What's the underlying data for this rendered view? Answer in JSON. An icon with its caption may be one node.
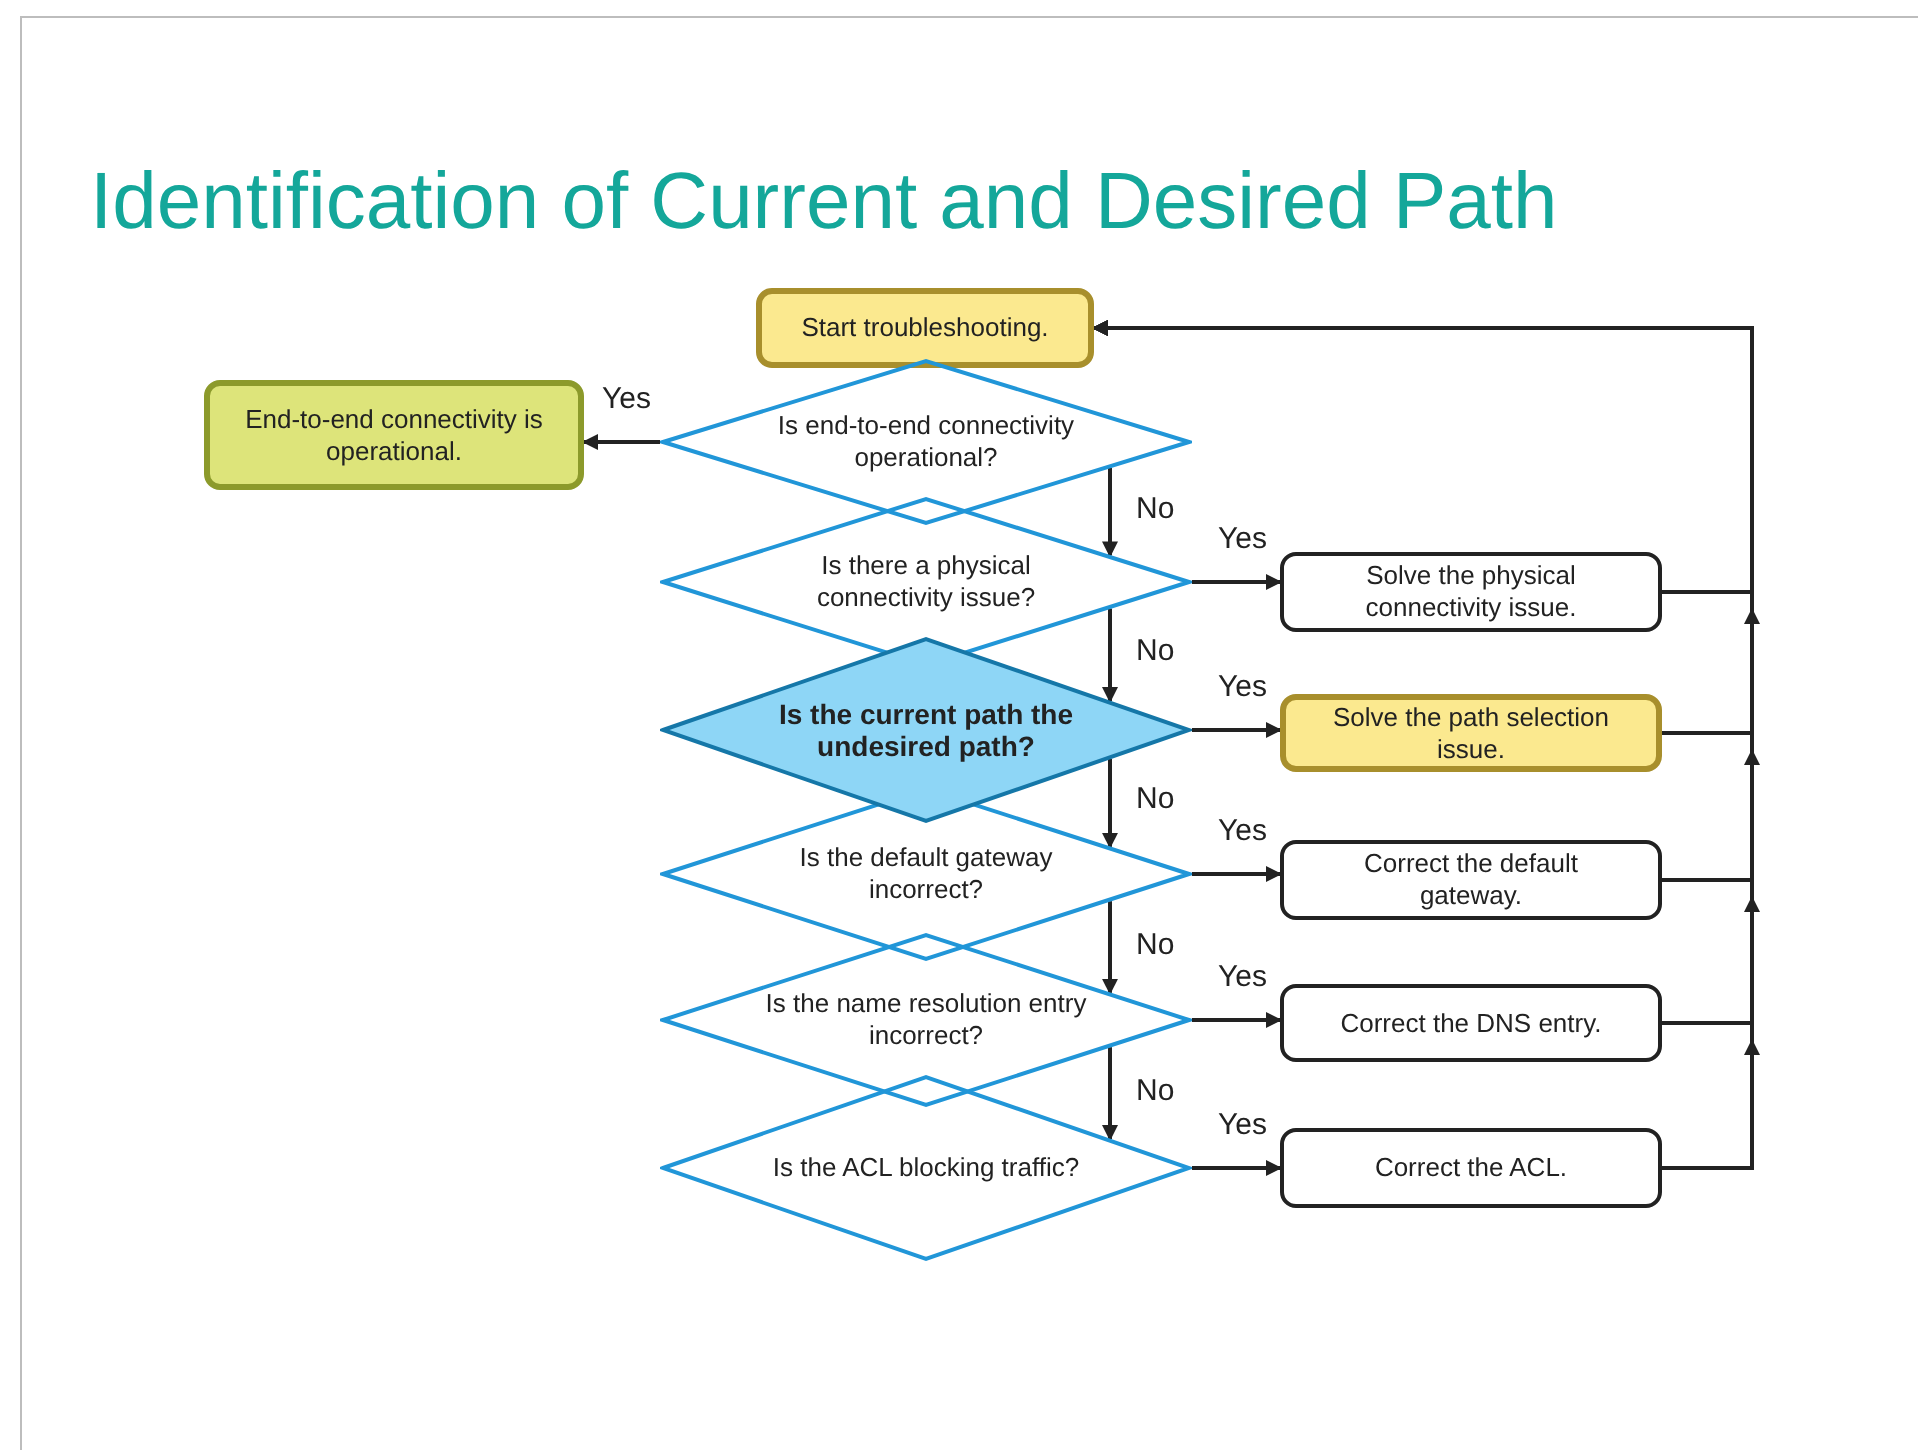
{
  "diagram": {
    "title": "Identification of Current and Desired Path",
    "nodes": [
      {
        "text": [
          "Start troubleshooting."
        ]
      },
      {
        "text": [
          "Is end-to-end connectivity operational?"
        ]
      },
      {
        "text": [
          "End-to-end connectivity is operational."
        ]
      },
      {
        "text": [
          "Is there a physical connectivity issue?"
        ]
      },
      {
        "text": [
          "Solve the physical connectivity issue."
        ]
      },
      {
        "text": [
          "**Is the current path the undesired path?**"
        ]
      },
      {
        "text": [
          "Solve the path selection issue."
        ]
      },
      {
        "text": [
          "Is the default gateway incorrect?"
        ]
      },
      {
        "text": [
          "Correct the default gateway."
        ]
      },
      {
        "text": [
          "Is the name resolution entry incorrect?"
        ]
      },
      {
        "text": [
          "Correct the DNS entry."
        ]
      },
      {
        "text": [
          "Is the ACL blocking traffic?"
        ]
      },
      {
        "text": [
          "Correct the ACL."
        ]
      }
    ],
    "edges": [
      {
        "from": 1,
        "to": 2,
        "arrow": "to",
        "label": "Yes"
      },
      {
        "from": 1,
        "to": 3,
        "arrow": "to",
        "label": "No"
      },
      {
        "from": 3,
        "to": 4,
        "arrow": "to",
        "label": "Yes"
      },
      {
        "from": 3,
        "to": 5,
        "arrow": "to",
        "label": "No"
      },
      {
        "from": 5,
        "to": 6,
        "arrow": "to",
        "label": "Yes"
      },
      {
        "from": 5,
        "to": 7,
        "arrow": "to",
        "label": "No"
      },
      {
        "from": 7,
        "to": 8,
        "arrow": "to",
        "label": "Yes"
      },
      {
        "from": 7,
        "to": 9,
        "arrow": "to",
        "label": "No"
      },
      {
        "from": 9,
        "to": 10,
        "arrow": "to",
        "label": "Yes"
      },
      {
        "from": 9,
        "to": 11,
        "arrow": "to",
        "label": "No"
      },
      {
        "from": 11,
        "to": 12,
        "arrow": "to",
        "label": "Yes"
      },
      {
        "from": 4,
        "to": 0,
        "arrow": "to"
      },
      {
        "from": 6,
        "to": 0,
        "arrow": "to"
      },
      {
        "from": 8,
        "to": 0,
        "arrow": "to"
      },
      {
        "from": 10,
        "to": 0,
        "arrow": "to"
      },
      {
        "from": 12,
        "to": 0,
        "arrow": "to"
      }
    ]
  }
}
